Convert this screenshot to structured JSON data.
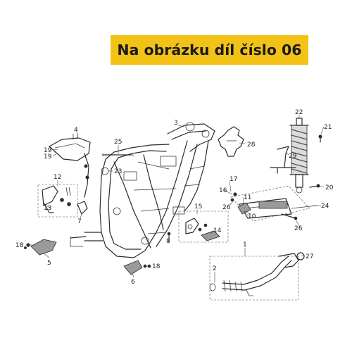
{
  "banner": {
    "text": "Na obrázku díl číslo 06",
    "background": "#f2c216"
  },
  "diagram": {
    "labels": [
      "1",
      "2",
      "3",
      "4",
      "5",
      "6",
      "7",
      "8",
      "10",
      "11",
      "12",
      "13",
      "14",
      "15",
      "16",
      "17",
      "18",
      "18",
      "19",
      "19",
      "20",
      "21",
      "22",
      "23",
      "24",
      "25",
      "26",
      "26",
      "27",
      "28",
      "29"
    ]
  }
}
